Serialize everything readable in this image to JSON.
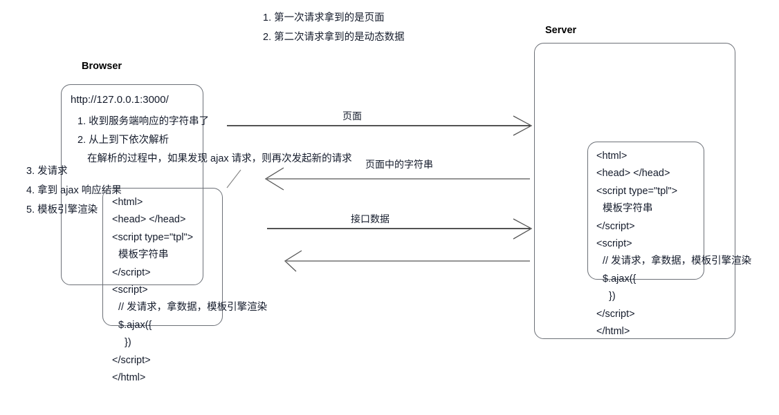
{
  "diagram": {
    "title_notes": [
      "1. 第一次请求拿到的是页面",
      "2. 第二次请求拿到的是动态数据"
    ],
    "browser": {
      "label": "Browser",
      "url": "http://127.0.0.1:3000/",
      "notes": [
        "1. 收到服务端响应的字符串了",
        "2. 从上到下依次解析",
        "在解析的过程中，如果发现 ajax 请求，则再次发起新的请求"
      ],
      "code": [
        "<html>",
        "<head> </head>",
        "<script type=\"tpl\">",
        "模板字符串",
        "</script>",
        "<script>",
        "// 发请求，拿数据，模板引擎渲染",
        "$.ajax({",
        "})",
        "</script>",
        "</html>"
      ]
    },
    "left_steps": [
      "3. 发请求",
      "4. 拿到 ajax 响应结果",
      "5. 模板引擎渲染"
    ],
    "server": {
      "label": "Server",
      "code": [
        "<html>",
        "<head> </head>",
        "<script type=\"tpl\">",
        "模板字符串",
        "</script>",
        "<script>",
        "// 发请求，拿数据，模板引擎渲染",
        "$.ajax({",
        "})",
        "</script>",
        "</html>"
      ]
    },
    "arrows": [
      {
        "label": "页面",
        "direction": "right"
      },
      {
        "label": "页面中的字符串",
        "direction": "left"
      },
      {
        "label": "接口数据",
        "direction": "right"
      },
      {
        "label": "",
        "direction": "left"
      }
    ],
    "colors": {
      "stroke": "#6b6f76",
      "arrow": "#1a1a1a",
      "text": "#141b2b",
      "background": "#ffffff"
    }
  }
}
